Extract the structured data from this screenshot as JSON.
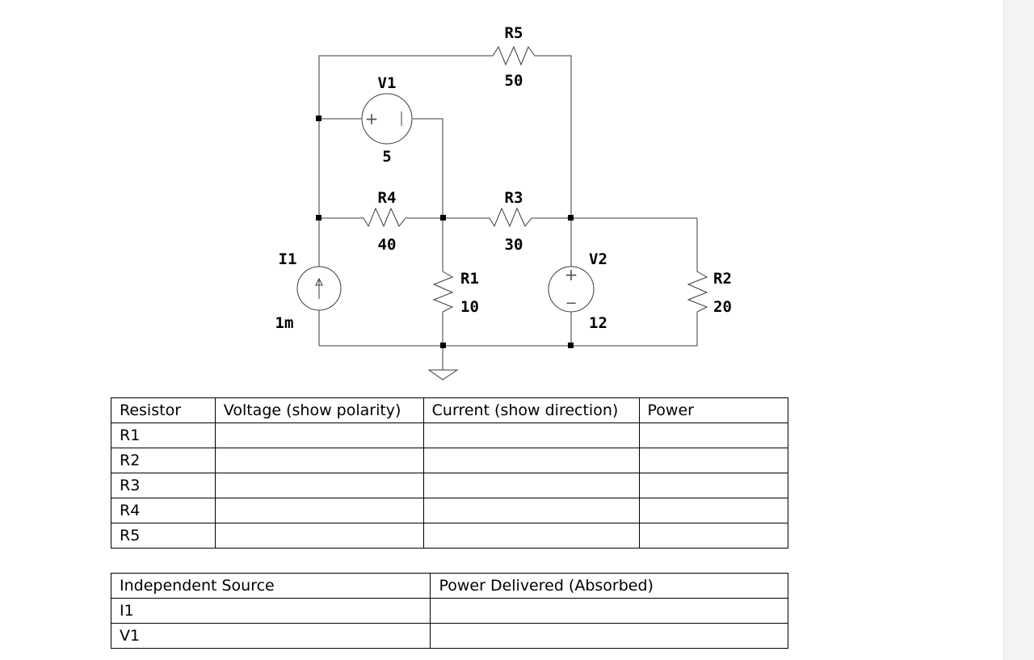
{
  "circuit": {
    "components": [
      {
        "id": "R5",
        "name": "R5",
        "value": "50"
      },
      {
        "id": "V1",
        "name": "V1",
        "value": "5"
      },
      {
        "id": "R4",
        "name": "R4",
        "value": "40"
      },
      {
        "id": "R3",
        "name": "R3",
        "value": "30"
      },
      {
        "id": "I1",
        "name": "I1",
        "value": "1m"
      },
      {
        "id": "R1",
        "name": "R1",
        "value": "10"
      },
      {
        "id": "V2",
        "name": "V2",
        "value": "12"
      },
      {
        "id": "R2",
        "name": "R2",
        "value": "20"
      }
    ],
    "polarity_plus": "+",
    "polarity_minus": "−"
  },
  "resistor_table": {
    "headers": [
      "Resistor",
      "Voltage (show polarity)",
      "Current (show direction)",
      "Power"
    ],
    "rows": [
      [
        "R1",
        "",
        "",
        ""
      ],
      [
        "R2",
        "",
        "",
        ""
      ],
      [
        "R3",
        "",
        "",
        ""
      ],
      [
        "R4",
        "",
        "",
        ""
      ],
      [
        "R5",
        "",
        "",
        ""
      ]
    ]
  },
  "source_table": {
    "headers": [
      "Independent Source",
      "Power Delivered (Absorbed)"
    ],
    "rows": [
      [
        "I1",
        ""
      ],
      [
        "V1",
        ""
      ]
    ]
  }
}
